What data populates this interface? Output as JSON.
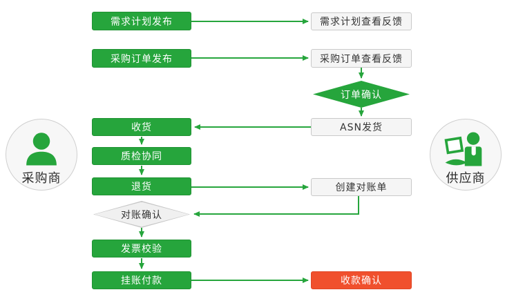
{
  "colors": {
    "process_green": "#26a53c",
    "alert_red": "#f0502d",
    "neutral_fill": "#f5f5f5",
    "neutral_border": "#c9c9c9",
    "arrow_green": "#26a53c"
  },
  "actors": {
    "buyer": {
      "label": "采购商",
      "icon": "person-icon"
    },
    "supplier": {
      "label": "供应商",
      "icon": "person-laptop-icon"
    }
  },
  "buyer_lane": {
    "demand_plan_publish": "需求计划发布",
    "po_publish": "采购订单发布",
    "receive_goods": "收货",
    "quality_collaboration": "质检协同",
    "return_goods": "退货",
    "reconciliation_confirm": "对账确认",
    "invoice_verification": "发票校验",
    "book_payment": "挂账付款"
  },
  "supplier_lane": {
    "demand_plan_feedback": "需求计划查看反馈",
    "po_feedback": "采购订单查看反馈",
    "order_confirm": "订单确认",
    "asn_shipping": "ASN发货",
    "create_statement": "创建对账单",
    "payment_receipt_confirm": "收款确认"
  }
}
